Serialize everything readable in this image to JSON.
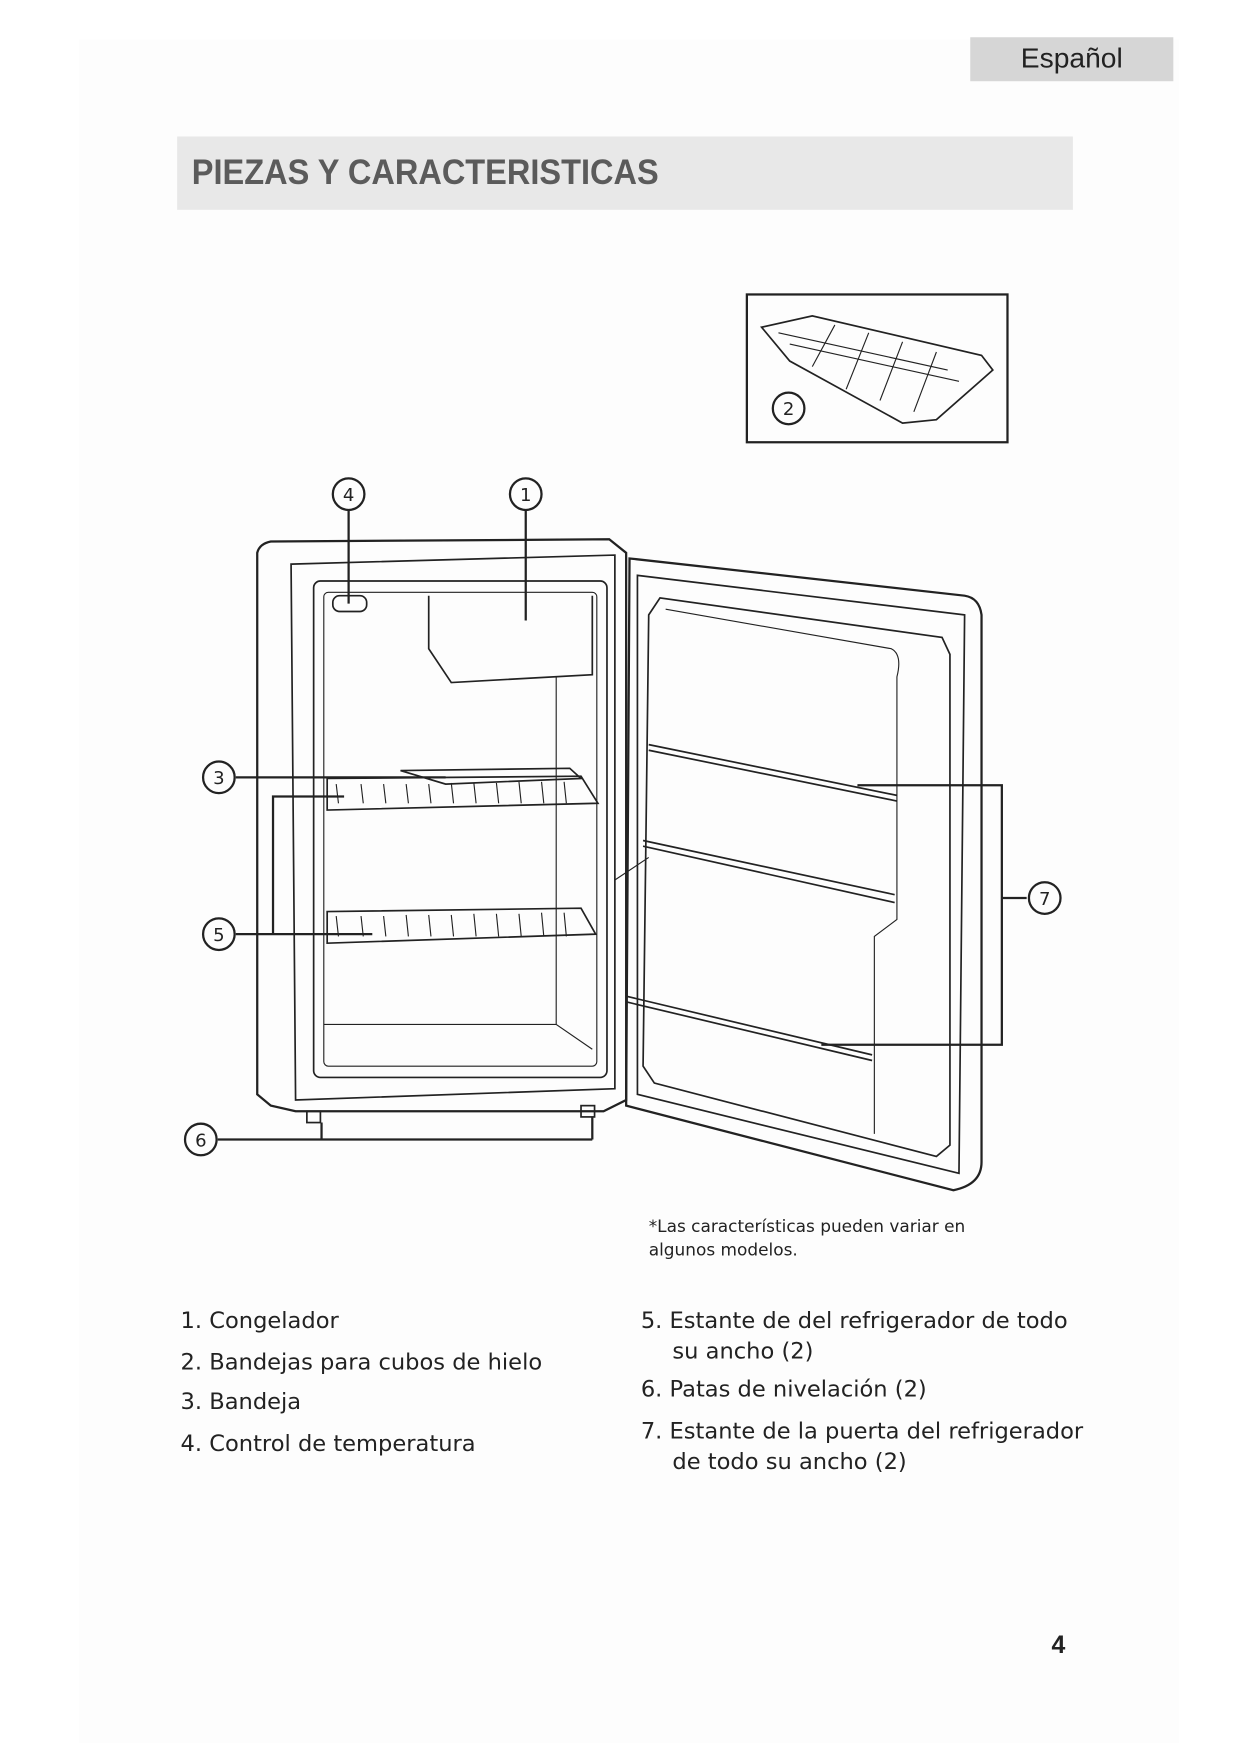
{
  "header": {
    "language": "Español"
  },
  "section": {
    "title": "PIEZAS Y CARACTERISTICAS"
  },
  "diagram": {
    "callouts": [
      "1",
      "2",
      "3",
      "4",
      "5",
      "6",
      "7"
    ],
    "note_line1": "*Las características pueden variar en",
    "note_line2": "algunos modelos."
  },
  "parts_left": [
    {
      "text": "1. Congelador"
    },
    {
      "text": "2. Bandejas para cubos de hielo"
    },
    {
      "text": "3. Bandeja"
    },
    {
      "text": "4. Control de temperatura"
    }
  ],
  "parts_right": [
    {
      "line1": "5.  Estante de del refrigerador de todo",
      "line2": "su ancho (2)"
    },
    {
      "line1": "6. Patas de nivelación (2)"
    },
    {
      "line1": "7.  Estante de la puerta del refrigerador",
      "line2": "de todo su ancho (2)"
    }
  ],
  "footer": {
    "page_number": "4"
  }
}
